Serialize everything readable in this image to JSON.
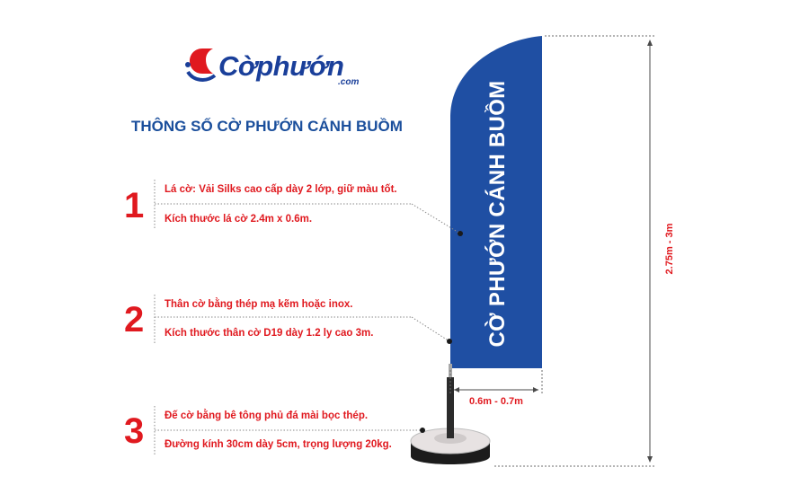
{
  "logo": {
    "name": "Cờphướn",
    "suffix": ".com"
  },
  "title": "THÔNG SỐ CỜ PHƯỚN CÁNH BUỒM",
  "specs": [
    {
      "number": "1",
      "line1": "Lá cờ: Vải Silks cao cấp dày 2 lớp, giữ màu tốt.",
      "line2": "Kích thước lá cờ 2.4m x 0.6m."
    },
    {
      "number": "2",
      "line1": "Thân cờ bằng thép mạ kẽm hoặc inox.",
      "line2": "Kích thước thân cờ D19 dày 1.2 ly cao 3m."
    },
    {
      "number": "3",
      "line1": "Đế cờ bằng bê tông phủ đá mài bọc thép.",
      "line2": "Đường kính 30cm dày 5cm, trọng lượng 20kg."
    }
  ],
  "flag_text": "CỜ PHƯỚN CÁNH BUỒM",
  "dimensions": {
    "width": "0.6m - 0.7m",
    "height": "2.75m - 3m"
  },
  "colors": {
    "flag": "#1f4fa3",
    "accent": "#e0191f",
    "brand": "#1a3f9a"
  }
}
